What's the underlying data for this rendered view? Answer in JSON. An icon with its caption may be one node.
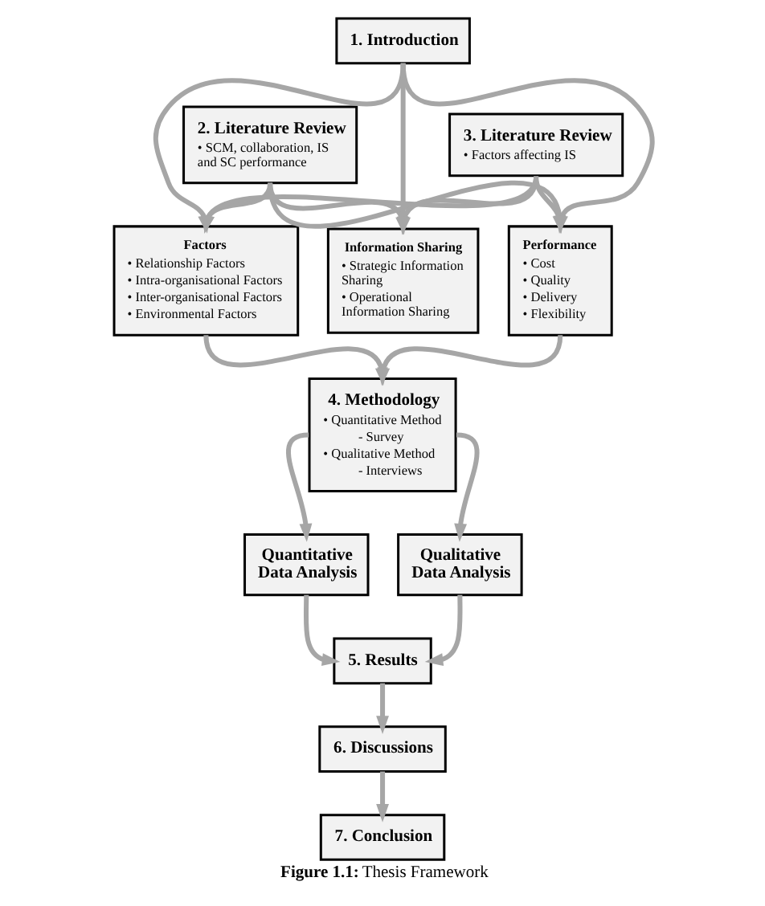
{
  "diagram": {
    "caption": "**Figure 1.1:** Thesis Framework",
    "nodes": [
      {
        "text": [
          "1. Introduction"
        ]
      },
      {
        "text": [
          "2. Literature Review",
          "• SCM, collaboration, IS and SC performance"
        ]
      },
      {
        "text": [
          "3. Literature Review",
          "• Factors affecting IS"
        ]
      },
      {
        "text": [
          "Factors",
          "• Relationship Factors",
          "• Intra-organisational Factors",
          "• Inter-organisational Factors",
          "• Environmental Factors"
        ]
      },
      {
        "text": [
          "Information Sharing",
          "• Strategic Information Sharing",
          "• Operational Information Sharing"
        ]
      },
      {
        "text": [
          "Performance",
          "• Cost",
          "• Quality",
          "• Delivery",
          "• Flexibility"
        ]
      },
      {
        "text": [
          "4. Methodology",
          "• Quantitative Method",
          "- Survey",
          "• Qualitative Method",
          "- Interviews"
        ]
      },
      {
        "text": [
          "Quantitative Data Analysis"
        ]
      },
      {
        "text": [
          "Qualitative Data Analysis"
        ]
      },
      {
        "text": [
          "5. Results"
        ]
      },
      {
        "text": [
          "6. Discussions"
        ]
      },
      {
        "text": [
          "7. Conclusion"
        ]
      }
    ],
    "edges": [
      {
        "from": 0,
        "to": 3,
        "arrow": "to"
      },
      {
        "from": 0,
        "to": 4,
        "arrow": "to"
      },
      {
        "from": 0,
        "to": 5,
        "arrow": "to"
      },
      {
        "from": 1,
        "to": 3,
        "arrow": "to"
      },
      {
        "from": 1,
        "to": 4,
        "arrow": "to"
      },
      {
        "from": 1,
        "to": 5,
        "arrow": "to"
      },
      {
        "from": 2,
        "to": 3,
        "arrow": "to"
      },
      {
        "from": 2,
        "to": 4,
        "arrow": "to"
      },
      {
        "from": 2,
        "to": 5,
        "arrow": "to"
      },
      {
        "from": 3,
        "to": 6,
        "arrow": "to"
      },
      {
        "from": 5,
        "to": 6,
        "arrow": "to"
      },
      {
        "from": 6,
        "to": 7,
        "arrow": "to"
      },
      {
        "from": 6,
        "to": 8,
        "arrow": "to"
      },
      {
        "from": 7,
        "to": 9,
        "arrow": "to"
      },
      {
        "from": 8,
        "to": 9,
        "arrow": "to"
      },
      {
        "from": 9,
        "to": 10,
        "arrow": "to"
      },
      {
        "from": 10,
        "to": 11,
        "arrow": "to"
      }
    ]
  }
}
